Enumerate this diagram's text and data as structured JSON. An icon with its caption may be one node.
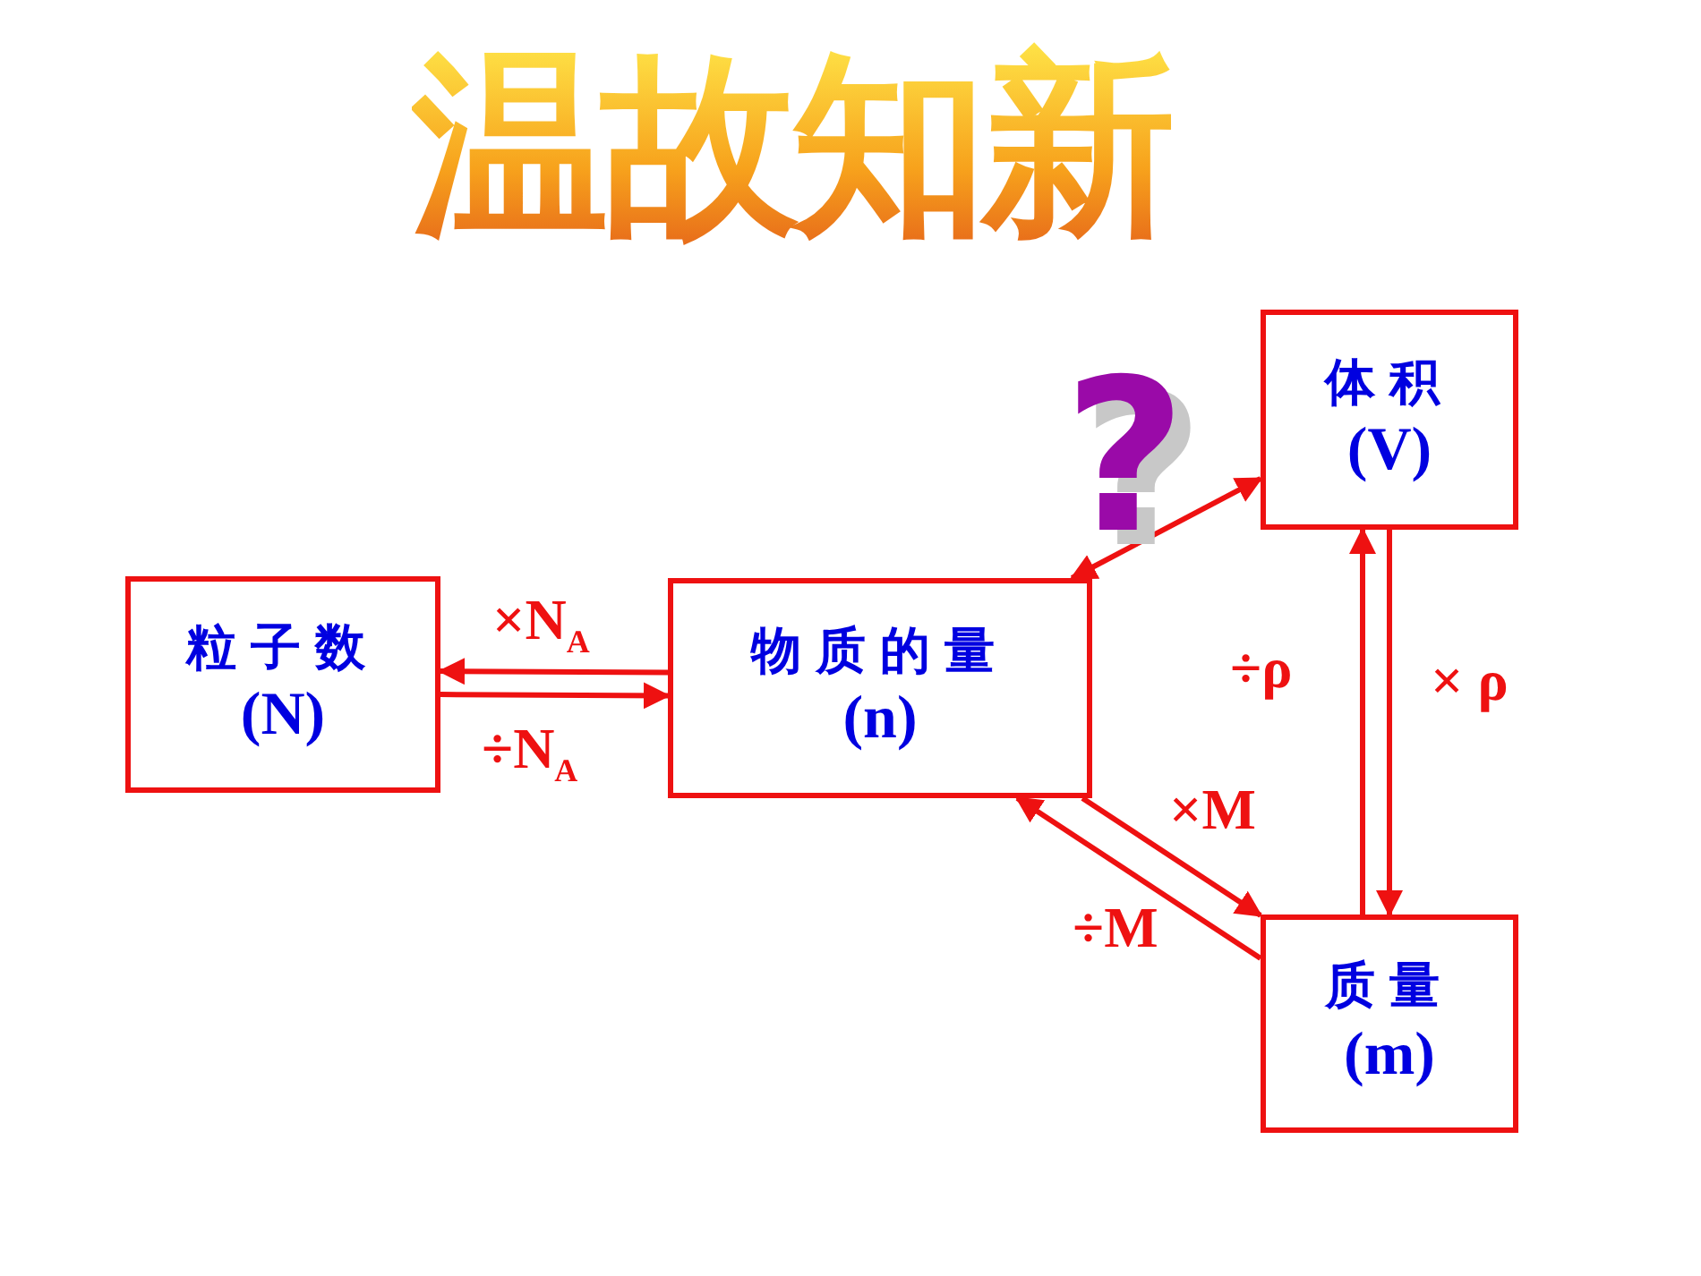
{
  "diagram": {
    "title": "温故知新",
    "nodes": [
      {
        "text": [
          "粒子数",
          "(N)"
        ]
      },
      {
        "text": [
          "物质的量",
          "(n)"
        ]
      },
      {
        "text": [
          "体积",
          "(V)"
        ]
      },
      {
        "text": [
          "质量",
          "(m)"
        ]
      }
    ],
    "edges": [
      {
        "from": 1,
        "to": 0,
        "arrow": "to",
        "label": "×N$_{A}$"
      },
      {
        "from": 0,
        "to": 1,
        "arrow": "to",
        "label": "÷N$_{A}$"
      },
      {
        "from": 1,
        "to": 3,
        "arrow": "to",
        "label": "×M"
      },
      {
        "from": 3,
        "to": 1,
        "arrow": "to",
        "label": "÷M"
      },
      {
        "from": 3,
        "to": 2,
        "arrow": "to",
        "label": "÷ρ"
      },
      {
        "from": 2,
        "to": 3,
        "arrow": "to",
        "label": "× ρ"
      },
      {
        "from": 1,
        "to": 2,
        "arrow": "both",
        "label": "?"
      }
    ]
  }
}
